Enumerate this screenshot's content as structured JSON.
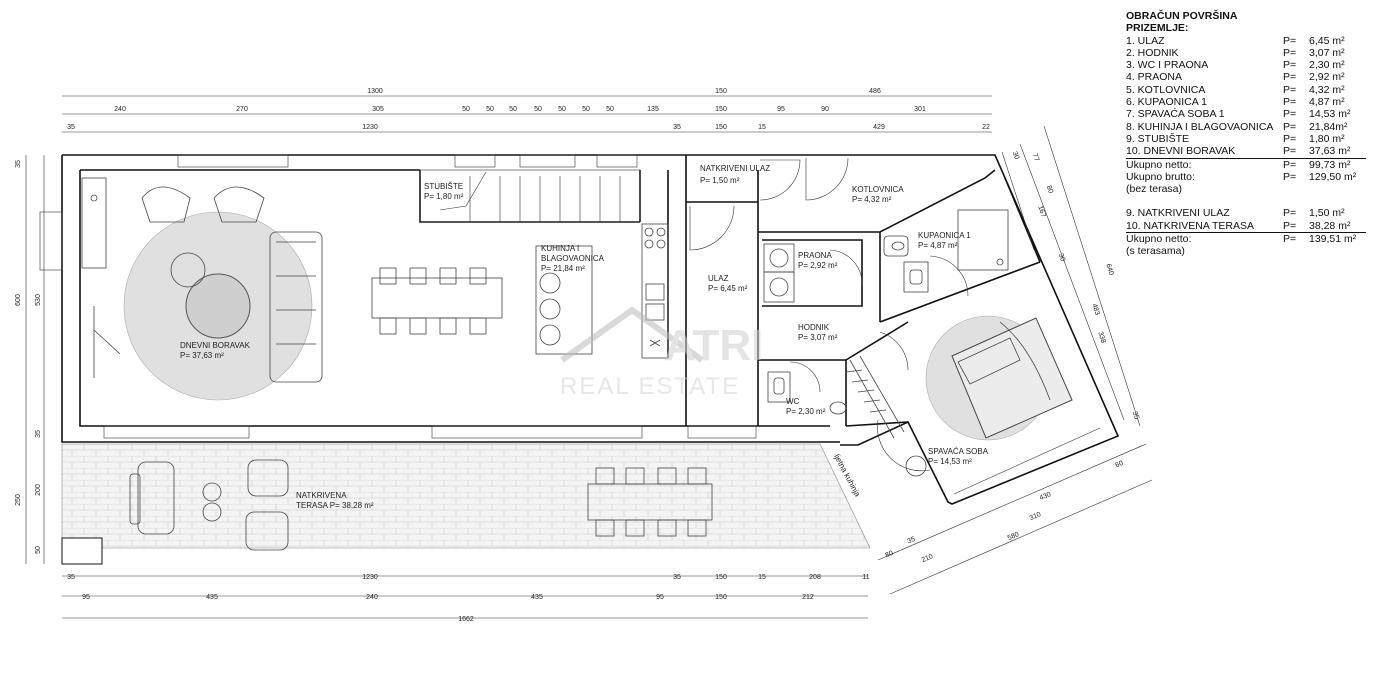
{
  "legend": {
    "title": "OBRAČUN POVRŠINA",
    "subtitle": "PRIZEMLJE:",
    "rows": [
      {
        "name": "1. ULAZ",
        "p": "P=",
        "value": "6,45 m²"
      },
      {
        "name": "2. HODNIK",
        "p": "P=",
        "value": "3,07 m²"
      },
      {
        "name": "3. WC I PRAONA",
        "p": "P=",
        "value": "2,30 m²"
      },
      {
        "name": "4. PRAONA",
        "p": "P=",
        "value": "2,92 m²"
      },
      {
        "name": "5. KOTLOVNICA",
        "p": "P=",
        "value": "4,32 m²"
      },
      {
        "name": "6. KUPAONICA 1",
        "p": "P=",
        "value": "4,87 m²"
      },
      {
        "name": "7. SPAVAĆA SOBA 1",
        "p": "P=",
        "value": "14,53 m²"
      },
      {
        "name": "8. KUHINJA I BLAGOVAONICA",
        "p": "P=",
        "value": "21,84m²"
      },
      {
        "name": "9. STUBIŠTE",
        "p": "P=",
        "value": "1,80 m²"
      },
      {
        "name": "10. DNEVNI BORAVAK",
        "p": "P=",
        "value": "37,63 m²"
      }
    ],
    "net_label": "Ukupno netto:",
    "net_p": "P=",
    "net_value": "99,73 m²",
    "gross_label": "Ukupno brutto:",
    "gross_p": "P=",
    "gross_value": "129,50 m²",
    "gross_note": "(bez terasa)",
    "rows2": [
      {
        "name": "9. NATKRIVENI ULAZ",
        "p": "P=",
        "value": "1,50 m²"
      },
      {
        "name": "10. NATKRIVENA TERASA",
        "p": "P=",
        "value": "38,28 m²"
      }
    ],
    "net2_label": "Ukupno netto:",
    "net2_p": "P=",
    "net2_value": "139,51 m²",
    "net2_note": "(s terasama)"
  },
  "rooms": {
    "stubiste": {
      "name": "STUBIŠTE",
      "area": "P= 1,80 m²"
    },
    "natkriveni_ulaz": {
      "name": "NATKRIVENI ULAZ",
      "area": "P= 1,50 m²"
    },
    "kotlovnica": {
      "name": "KOTLOVNICA",
      "area": "P= 4,32 m²"
    },
    "kuhinja_1": "KUHINJA I",
    "kuhinja_2": "BLAGOVAONICA",
    "kuhinja_area": "P= 21,84 m²",
    "ulaz": {
      "name": "ULAZ",
      "area": "P= 6,45 m²"
    },
    "praona": {
      "name": "PRAONA",
      "area": "P= 2,92 m²"
    },
    "kupaonica": {
      "name": "KUPAONICA 1",
      "area": "P= 4,87 m²"
    },
    "hodnik": {
      "name": "HODNIK",
      "area": "P= 3,07 m²"
    },
    "dnevni": {
      "name": "DNEVNI BORAVAK",
      "area": "P= 37,63 m²"
    },
    "wc": {
      "name": "WC",
      "area": "P= 2,30 m²"
    },
    "spavaca": {
      "name": "SPAVAĆA SOBA",
      "area": "P= 14,53 m²"
    },
    "terasa_1": "NATKRIVENA",
    "terasa_2": "TERASA P= 38,28 m²",
    "ljetna": "ljetna kuhinja"
  },
  "dims": {
    "top1": [
      "1300",
      "150",
      "486"
    ],
    "top2": [
      "240",
      "270",
      "305",
      "50",
      "50",
      "50",
      "50",
      "50",
      "50",
      "50",
      "135",
      "150",
      "95",
      "90",
      "301"
    ],
    "top3": [
      "35",
      "1230",
      "35",
      "150",
      "15",
      "429",
      "22"
    ],
    "bot1": [
      "35",
      "1230",
      "35",
      "150",
      "15",
      "208",
      "11"
    ],
    "bot2": [
      "95",
      "435",
      "240",
      "435",
      "95",
      "150",
      "212"
    ],
    "bot3": [
      "1662"
    ],
    "left": [
      "35",
      "600",
      "530",
      "35",
      "250",
      "200",
      "50"
    ],
    "right_outer": [
      "640"
    ],
    "right_mid": [
      "483",
      "338",
      "35"
    ],
    "right_inner": [
      "30",
      "77",
      "80",
      "167",
      "30"
    ],
    "diag_lower": [
      "60",
      "430",
      "310",
      "35",
      "80",
      "210",
      "580"
    ]
  },
  "watermark": {
    "brand": "ATRI",
    "sub": "REAL ESTATE"
  }
}
